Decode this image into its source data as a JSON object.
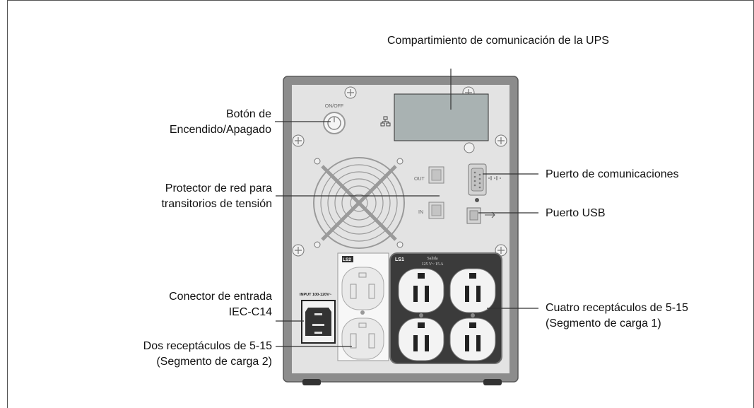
{
  "callouts": {
    "comm_bay": "Compartimiento de comunicación de la UPS",
    "power_button": [
      "Botón de",
      "Encendido/Apagado"
    ],
    "network_protector": [
      "Protector de red para",
      "transitorios de tensión"
    ],
    "input_connector": [
      "Conector de entrada",
      "IEC-C14"
    ],
    "two_receptacles": [
      "Dos receptáculos de 5-15",
      "(Segmento de carga 2)"
    ],
    "comm_port": "Puerto de comunicaciones",
    "usb_port": "Puerto USB",
    "four_receptacles": [
      "Cuatro receptáculos de 5-15",
      "(Segmento de carga 1)"
    ]
  },
  "panel_labels": {
    "on_off": "ON/OFF",
    "out": "OUT",
    "in": "IN",
    "input_rating": "INPUT 100-120V~",
    "ls2": "LS2",
    "ls1": "LS1",
    "salida": "Salida",
    "salida_rating": "125 V~  15 A"
  },
  "colors": {
    "chassis": "#8c8c8c",
    "face": "#e3e3e3",
    "panel_dark": "#3b3b3b",
    "comm_card": "#a9b2b2"
  }
}
